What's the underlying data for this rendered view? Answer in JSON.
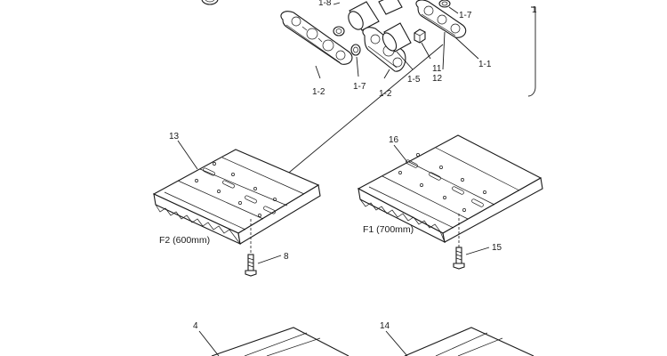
{
  "labels": {
    "l_1_8": "1-8",
    "l_1_7_top": "1-7",
    "l_1": "1",
    "l_1_2_left": "1-2",
    "l_1_7_mid": "1-7",
    "l_1_2_mid": "1-2",
    "l_1_5": "1-5",
    "l_11": "11",
    "l_12": "12",
    "l_1_1": "1-1",
    "l_13": "13",
    "l_16": "16",
    "l_f2": "F2 (600mm)",
    "l_f1": "F1 (700mm)",
    "l_8": "8",
    "l_15": "15",
    "l_4": "4",
    "l_14": "14"
  }
}
